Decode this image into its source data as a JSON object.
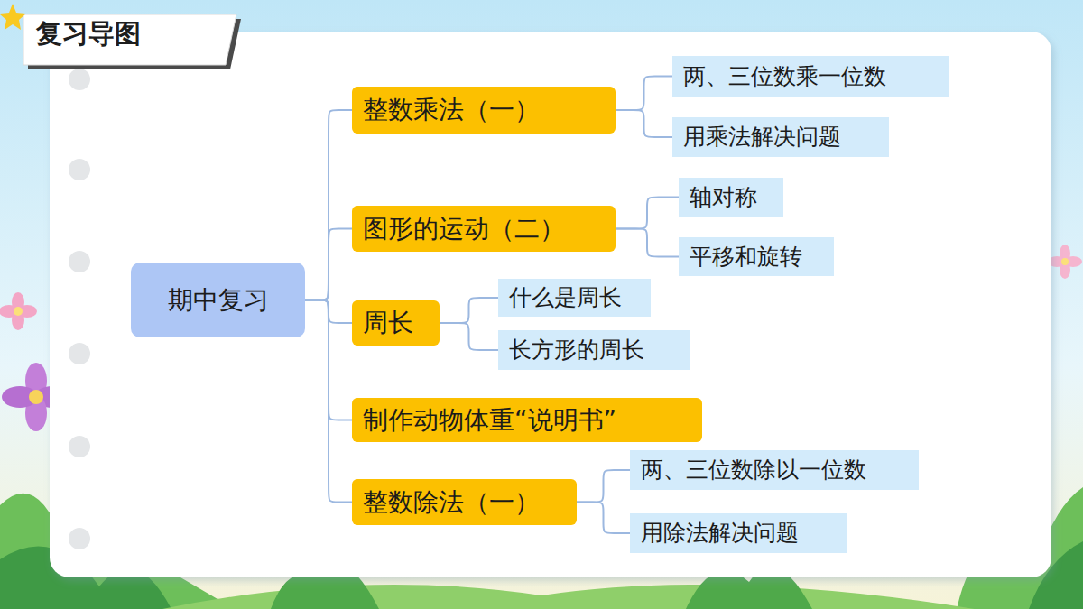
{
  "diagram": {
    "title": "复习导图",
    "nodes": [
      {
        "text": [
          "期中复习"
        ]
      },
      {
        "text": [
          "整数乘法（一）"
        ]
      },
      {
        "text": [
          "两、三位数乘一位数"
        ]
      },
      {
        "text": [
          "用乘法解决问题"
        ]
      },
      {
        "text": [
          "图形的运动（二）"
        ]
      },
      {
        "text": [
          "轴对称"
        ]
      },
      {
        "text": [
          "平移和旋转"
        ]
      },
      {
        "text": [
          "周长"
        ]
      },
      {
        "text": [
          "什么是周长"
        ]
      },
      {
        "text": [
          "长方形的周长"
        ]
      },
      {
        "text": [
          "制作动物体重“说明书”"
        ]
      },
      {
        "text": [
          "整数除法（一）"
        ]
      },
      {
        "text": [
          "两、三位数除以一位数"
        ]
      },
      {
        "text": [
          "用除法解决问题"
        ]
      }
    ],
    "edges": [
      {
        "from": 0,
        "to": 1,
        "arrow": "none"
      },
      {
        "from": 0,
        "to": 4,
        "arrow": "none"
      },
      {
        "from": 0,
        "to": 7,
        "arrow": "none"
      },
      {
        "from": 0,
        "to": 10,
        "arrow": "none"
      },
      {
        "from": 0,
        "to": 11,
        "arrow": "none"
      },
      {
        "from": 1,
        "to": 2,
        "arrow": "none"
      },
      {
        "from": 1,
        "to": 3,
        "arrow": "none"
      },
      {
        "from": 4,
        "to": 5,
        "arrow": "none"
      },
      {
        "from": 4,
        "to": 6,
        "arrow": "none"
      },
      {
        "from": 7,
        "to": 8,
        "arrow": "none"
      },
      {
        "from": 7,
        "to": 9,
        "arrow": "none"
      },
      {
        "from": 11,
        "to": 12,
        "arrow": "none"
      },
      {
        "from": 11,
        "to": 13,
        "arrow": "none"
      }
    ]
  }
}
